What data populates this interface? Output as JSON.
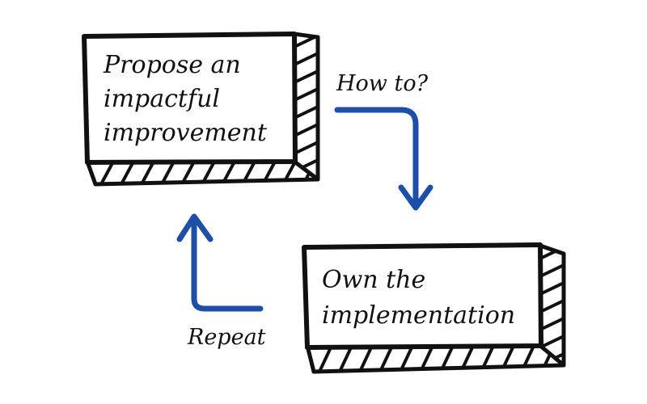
{
  "boxes": {
    "propose": {
      "lines": [
        "Propose an",
        "impactful",
        "improvement"
      ]
    },
    "own": {
      "lines": [
        "Own the",
        "implementation"
      ]
    }
  },
  "edges": {
    "how_to": {
      "label": "How to?"
    },
    "repeat": {
      "label": "Repeat"
    }
  },
  "colors": {
    "ink": "#111111",
    "arrow": "#1d4fa8",
    "background": "#ffffff"
  }
}
